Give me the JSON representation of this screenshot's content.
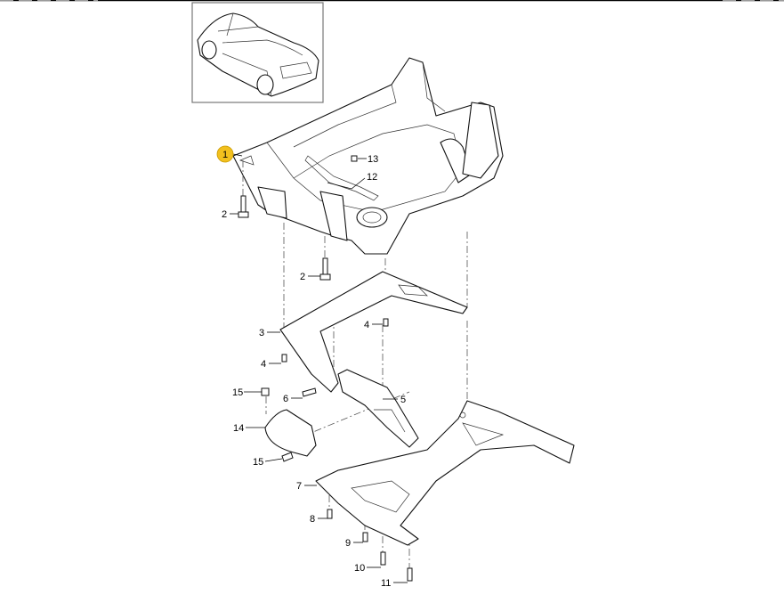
{
  "diagram": {
    "highlight_color": "#f2c01e",
    "callouts": {
      "c1": "1",
      "c2a": "2",
      "c2b": "2",
      "c3": "3",
      "c4a": "4",
      "c4b": "4",
      "c5": "5",
      "c6": "6",
      "c7": "7",
      "c8": "8",
      "c9": "9",
      "c10": "10",
      "c11": "11",
      "c12": "12",
      "c13": "13",
      "c14": "14",
      "c15a": "15",
      "c15b": "15"
    }
  }
}
